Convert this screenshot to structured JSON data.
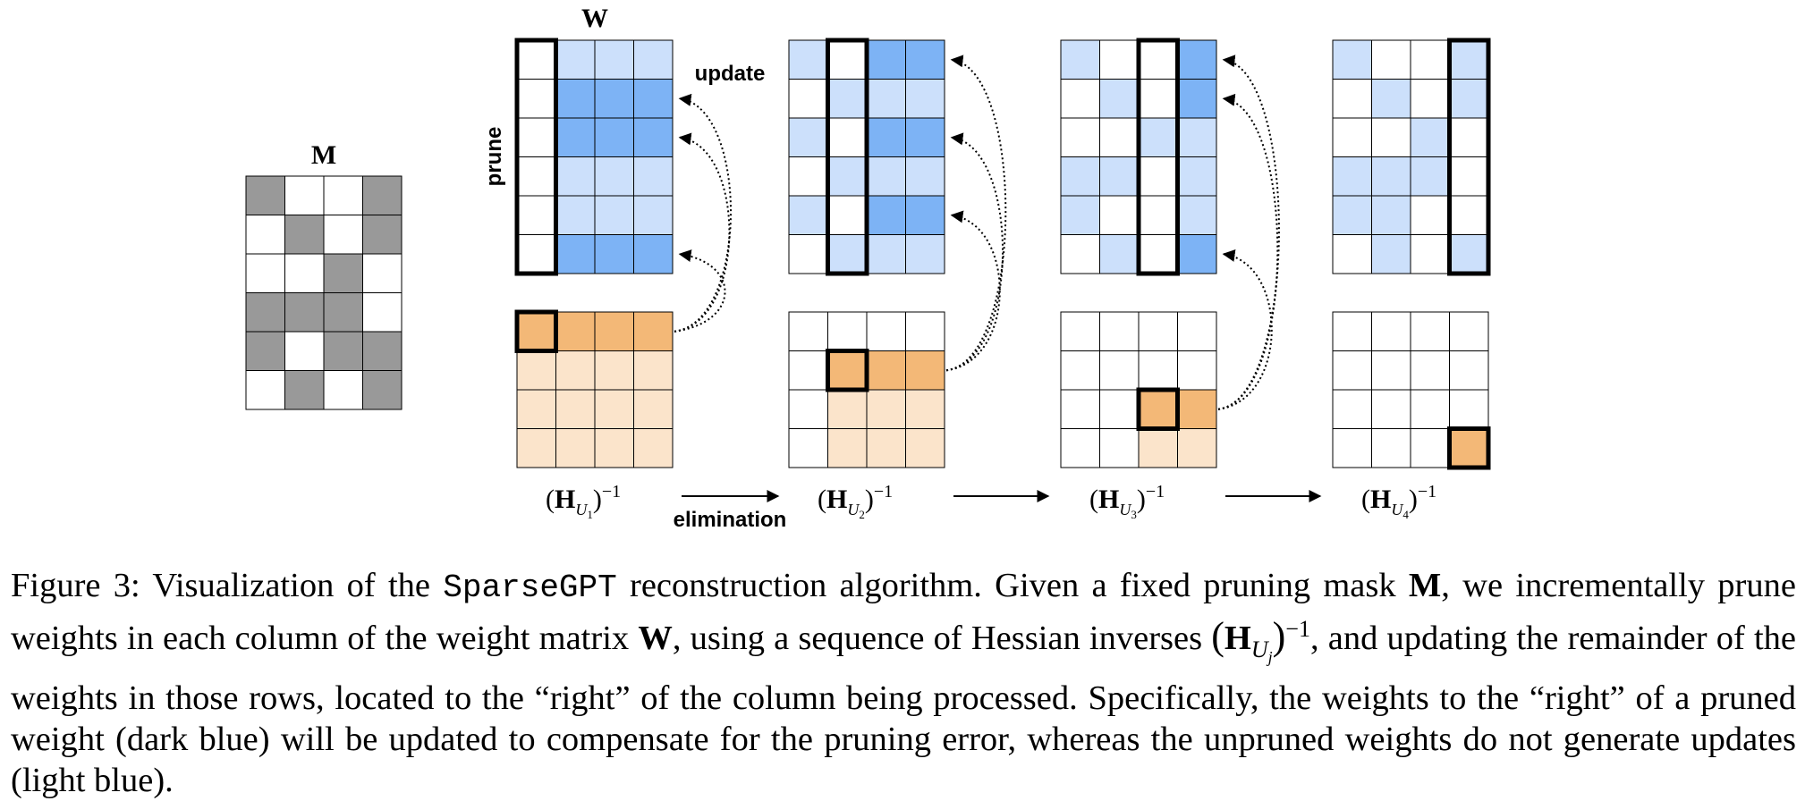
{
  "figure": {
    "mask_label": "M",
    "weight_label": "W",
    "prune_label": "prune",
    "update_label": "update",
    "elimination_label": "elimination",
    "colors": {
      "mask_dark": "#999999",
      "light_blue": "#cce0fb",
      "dark_blue": "#7db3f5",
      "dark_orange": "#f3b877",
      "light_orange": "#fbe4cb",
      "border": "#000000"
    },
    "mask_matrix": [
      [
        1,
        0,
        0,
        1
      ],
      [
        0,
        1,
        0,
        1
      ],
      [
        0,
        0,
        1,
        0
      ],
      [
        1,
        1,
        1,
        0
      ],
      [
        1,
        0,
        1,
        1
      ],
      [
        0,
        1,
        0,
        1
      ]
    ],
    "hessian_labels": [
      {
        "base": "(H",
        "sub": "U",
        "subsub": "1",
        "sup": ")−1"
      },
      {
        "base": "(H",
        "sub": "U",
        "subsub": "2",
        "sup": ")−1"
      },
      {
        "base": "(H",
        "sub": "U",
        "subsub": "3",
        "sup": ")−1"
      },
      {
        "base": "(H",
        "sub": "U",
        "subsub": "4",
        "sup": ")−1"
      }
    ],
    "steps": [
      {
        "w": [
          [
            "W",
            "L",
            "L",
            "L"
          ],
          [
            "W",
            "D",
            "D",
            "D"
          ],
          [
            "W",
            "D",
            "D",
            "D"
          ],
          [
            "W",
            "L",
            "L",
            "L"
          ],
          [
            "W",
            "L",
            "L",
            "L"
          ],
          [
            "W",
            "D",
            "D",
            "D"
          ]
        ],
        "h": [
          [
            "O",
            "o",
            "o",
            "o"
          ],
          [
            "p",
            "p",
            "p",
            "p"
          ],
          [
            "p",
            "p",
            "p",
            "p"
          ],
          [
            "p",
            "p",
            "p",
            "p"
          ]
        ],
        "col": 0,
        "diag": 0,
        "update_rows": [
          1,
          2,
          5
        ]
      },
      {
        "w": [
          [
            "L",
            "W",
            "D",
            "D"
          ],
          [
            "W",
            "L",
            "L",
            "L"
          ],
          [
            "L",
            "W",
            "D",
            "D"
          ],
          [
            "W",
            "L",
            "L",
            "L"
          ],
          [
            "L",
            "W",
            "D",
            "D"
          ],
          [
            "W",
            "L",
            "L",
            "L"
          ]
        ],
        "h": [
          [
            "W",
            "W",
            "W",
            "W"
          ],
          [
            "W",
            "O",
            "o",
            "o"
          ],
          [
            "W",
            "p",
            "p",
            "p"
          ],
          [
            "W",
            "p",
            "p",
            "p"
          ]
        ],
        "col": 1,
        "diag": 1,
        "update_rows": [
          0,
          2,
          4
        ]
      },
      {
        "w": [
          [
            "L",
            "W",
            "W",
            "D"
          ],
          [
            "W",
            "L",
            "W",
            "D"
          ],
          [
            "W",
            "W",
            "L",
            "L"
          ],
          [
            "L",
            "L",
            "W",
            "L"
          ],
          [
            "L",
            "W",
            "W",
            "L"
          ],
          [
            "W",
            "L",
            "W",
            "D"
          ]
        ],
        "h": [
          [
            "W",
            "W",
            "W",
            "W"
          ],
          [
            "W",
            "W",
            "W",
            "W"
          ],
          [
            "W",
            "W",
            "O",
            "o"
          ],
          [
            "W",
            "W",
            "p",
            "p"
          ]
        ],
        "col": 2,
        "diag": 2,
        "update_rows": [
          0,
          1,
          5
        ]
      },
      {
        "w": [
          [
            "L",
            "W",
            "W",
            "L"
          ],
          [
            "W",
            "L",
            "W",
            "L"
          ],
          [
            "W",
            "W",
            "L",
            "W"
          ],
          [
            "L",
            "L",
            "L",
            "W"
          ],
          [
            "L",
            "L",
            "W",
            "W"
          ],
          [
            "W",
            "L",
            "W",
            "L"
          ]
        ],
        "h": [
          [
            "W",
            "W",
            "W",
            "W"
          ],
          [
            "W",
            "W",
            "W",
            "W"
          ],
          [
            "W",
            "W",
            "W",
            "W"
          ],
          [
            "W",
            "W",
            "W",
            "O"
          ]
        ],
        "col": 3,
        "diag": 3,
        "update_rows": []
      }
    ]
  },
  "caption": {
    "part1": "Figure 3: Visualization of the ",
    "code": "SparseGPT",
    "part2": " reconstruction algorithm. Given a fixed pruning mask ",
    "mask_symbol": "M",
    "part3": ", we incrementally prune weights in each column of the weight matrix ",
    "weight_symbol": "W",
    "part4": ", using a sequence of Hessian inverses ",
    "hess_open": "(",
    "hess_H": "H",
    "hess_sub": "U",
    "hess_subsub": "j",
    "hess_close": ")",
    "hess_sup": "−1",
    "part5": ", and updating the remainder of the weights in those rows, located to the “right” of the column being processed. Specifically, the weights to the “right” of a pruned weight (dark blue) will be updated to compensate for the pruning error, whereas the unpruned weights do not generate updates (light blue)."
  }
}
